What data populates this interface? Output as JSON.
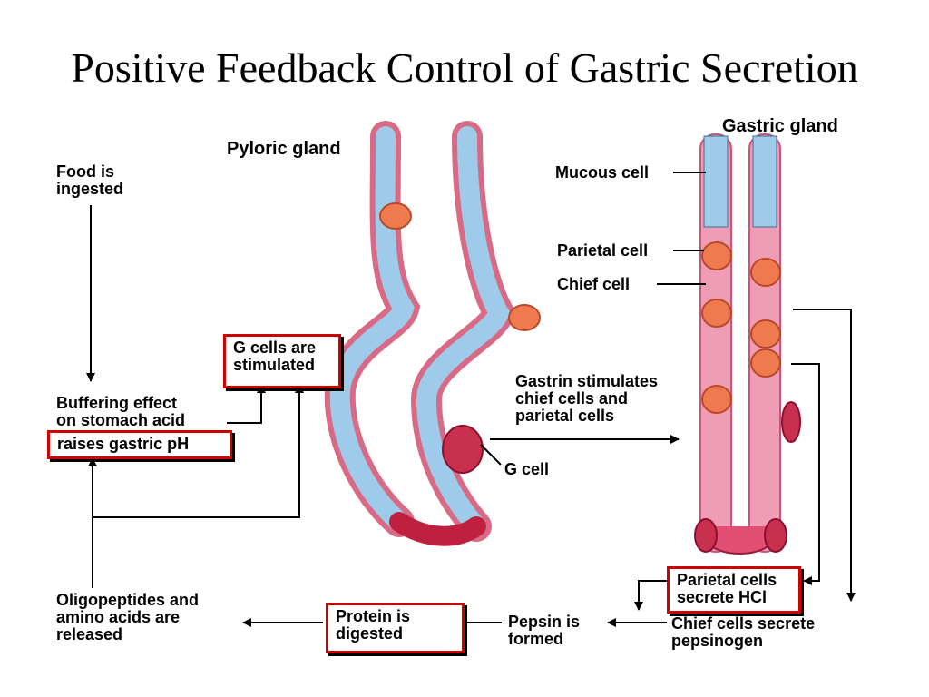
{
  "title": "Positive Feedback Control of Gastric Secretion",
  "colors": {
    "highlight_box": "#d00000",
    "cell_blue": "#8fc3e8",
    "cell_pink": "#e57a95",
    "parietal": "#f07a50",
    "g_cell": "#c02040"
  },
  "labels": {
    "food": "Food is\ningested",
    "pyloric_gland": "Pyloric gland",
    "gastric_gland": "Gastric gland",
    "mucous_cell": "Mucous cell",
    "parietal_cell": "Parietal cell",
    "chief_cell": "Chief cell",
    "buffering": "Buffering effect\non stomach acid",
    "gastrin": "Gastrin stimulates\nchief cells and\nparietal cells",
    "g_cell": "G cell",
    "oligopeptides": "Oligopeptides and\namino acids are\nreleased",
    "pepsin": "Pepsin is\nformed",
    "chief_secrete": "Chief cells secrete\npepsinogen"
  },
  "boxes": {
    "g_cells_stimulated": "G cells are\nstimulated",
    "raises_ph": "raises gastric pH",
    "protein_digested": "Protein is\ndigested",
    "parietal_hcl": "Parietal cells\nsecrete HCl"
  }
}
